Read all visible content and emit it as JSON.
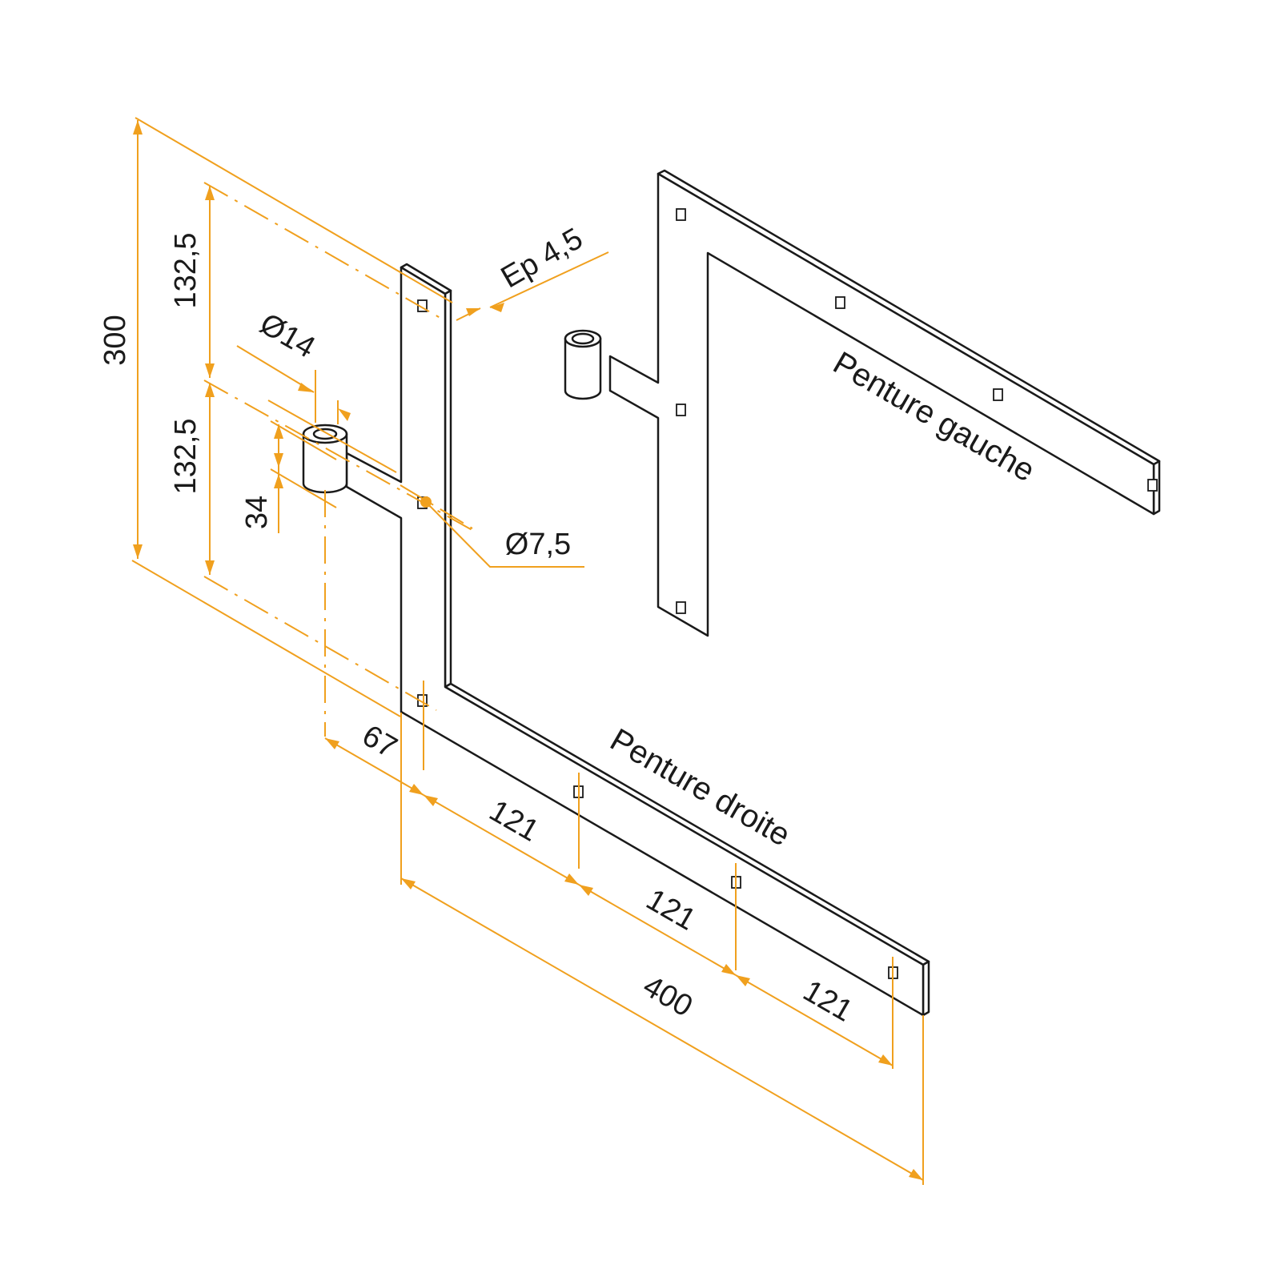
{
  "colors": {
    "dimension": "#f0a01e",
    "outline": "#1a1a1a",
    "background": "#ffffff"
  },
  "labels": {
    "right_hinge": "Penture droite",
    "left_hinge": "Penture gauche"
  },
  "dimensions": {
    "overall_height": "300",
    "upper_half": "132,5",
    "lower_half": "132,5",
    "knuckle_diameter": "Ø14",
    "knuckle_height": "34",
    "thickness": "Ep 4,5",
    "hole_diameter": "Ø7,5",
    "pivot_offset": "67",
    "hole_pitch_1": "121",
    "hole_pitch_2": "121",
    "hole_pitch_3": "121",
    "overall_length": "400"
  }
}
